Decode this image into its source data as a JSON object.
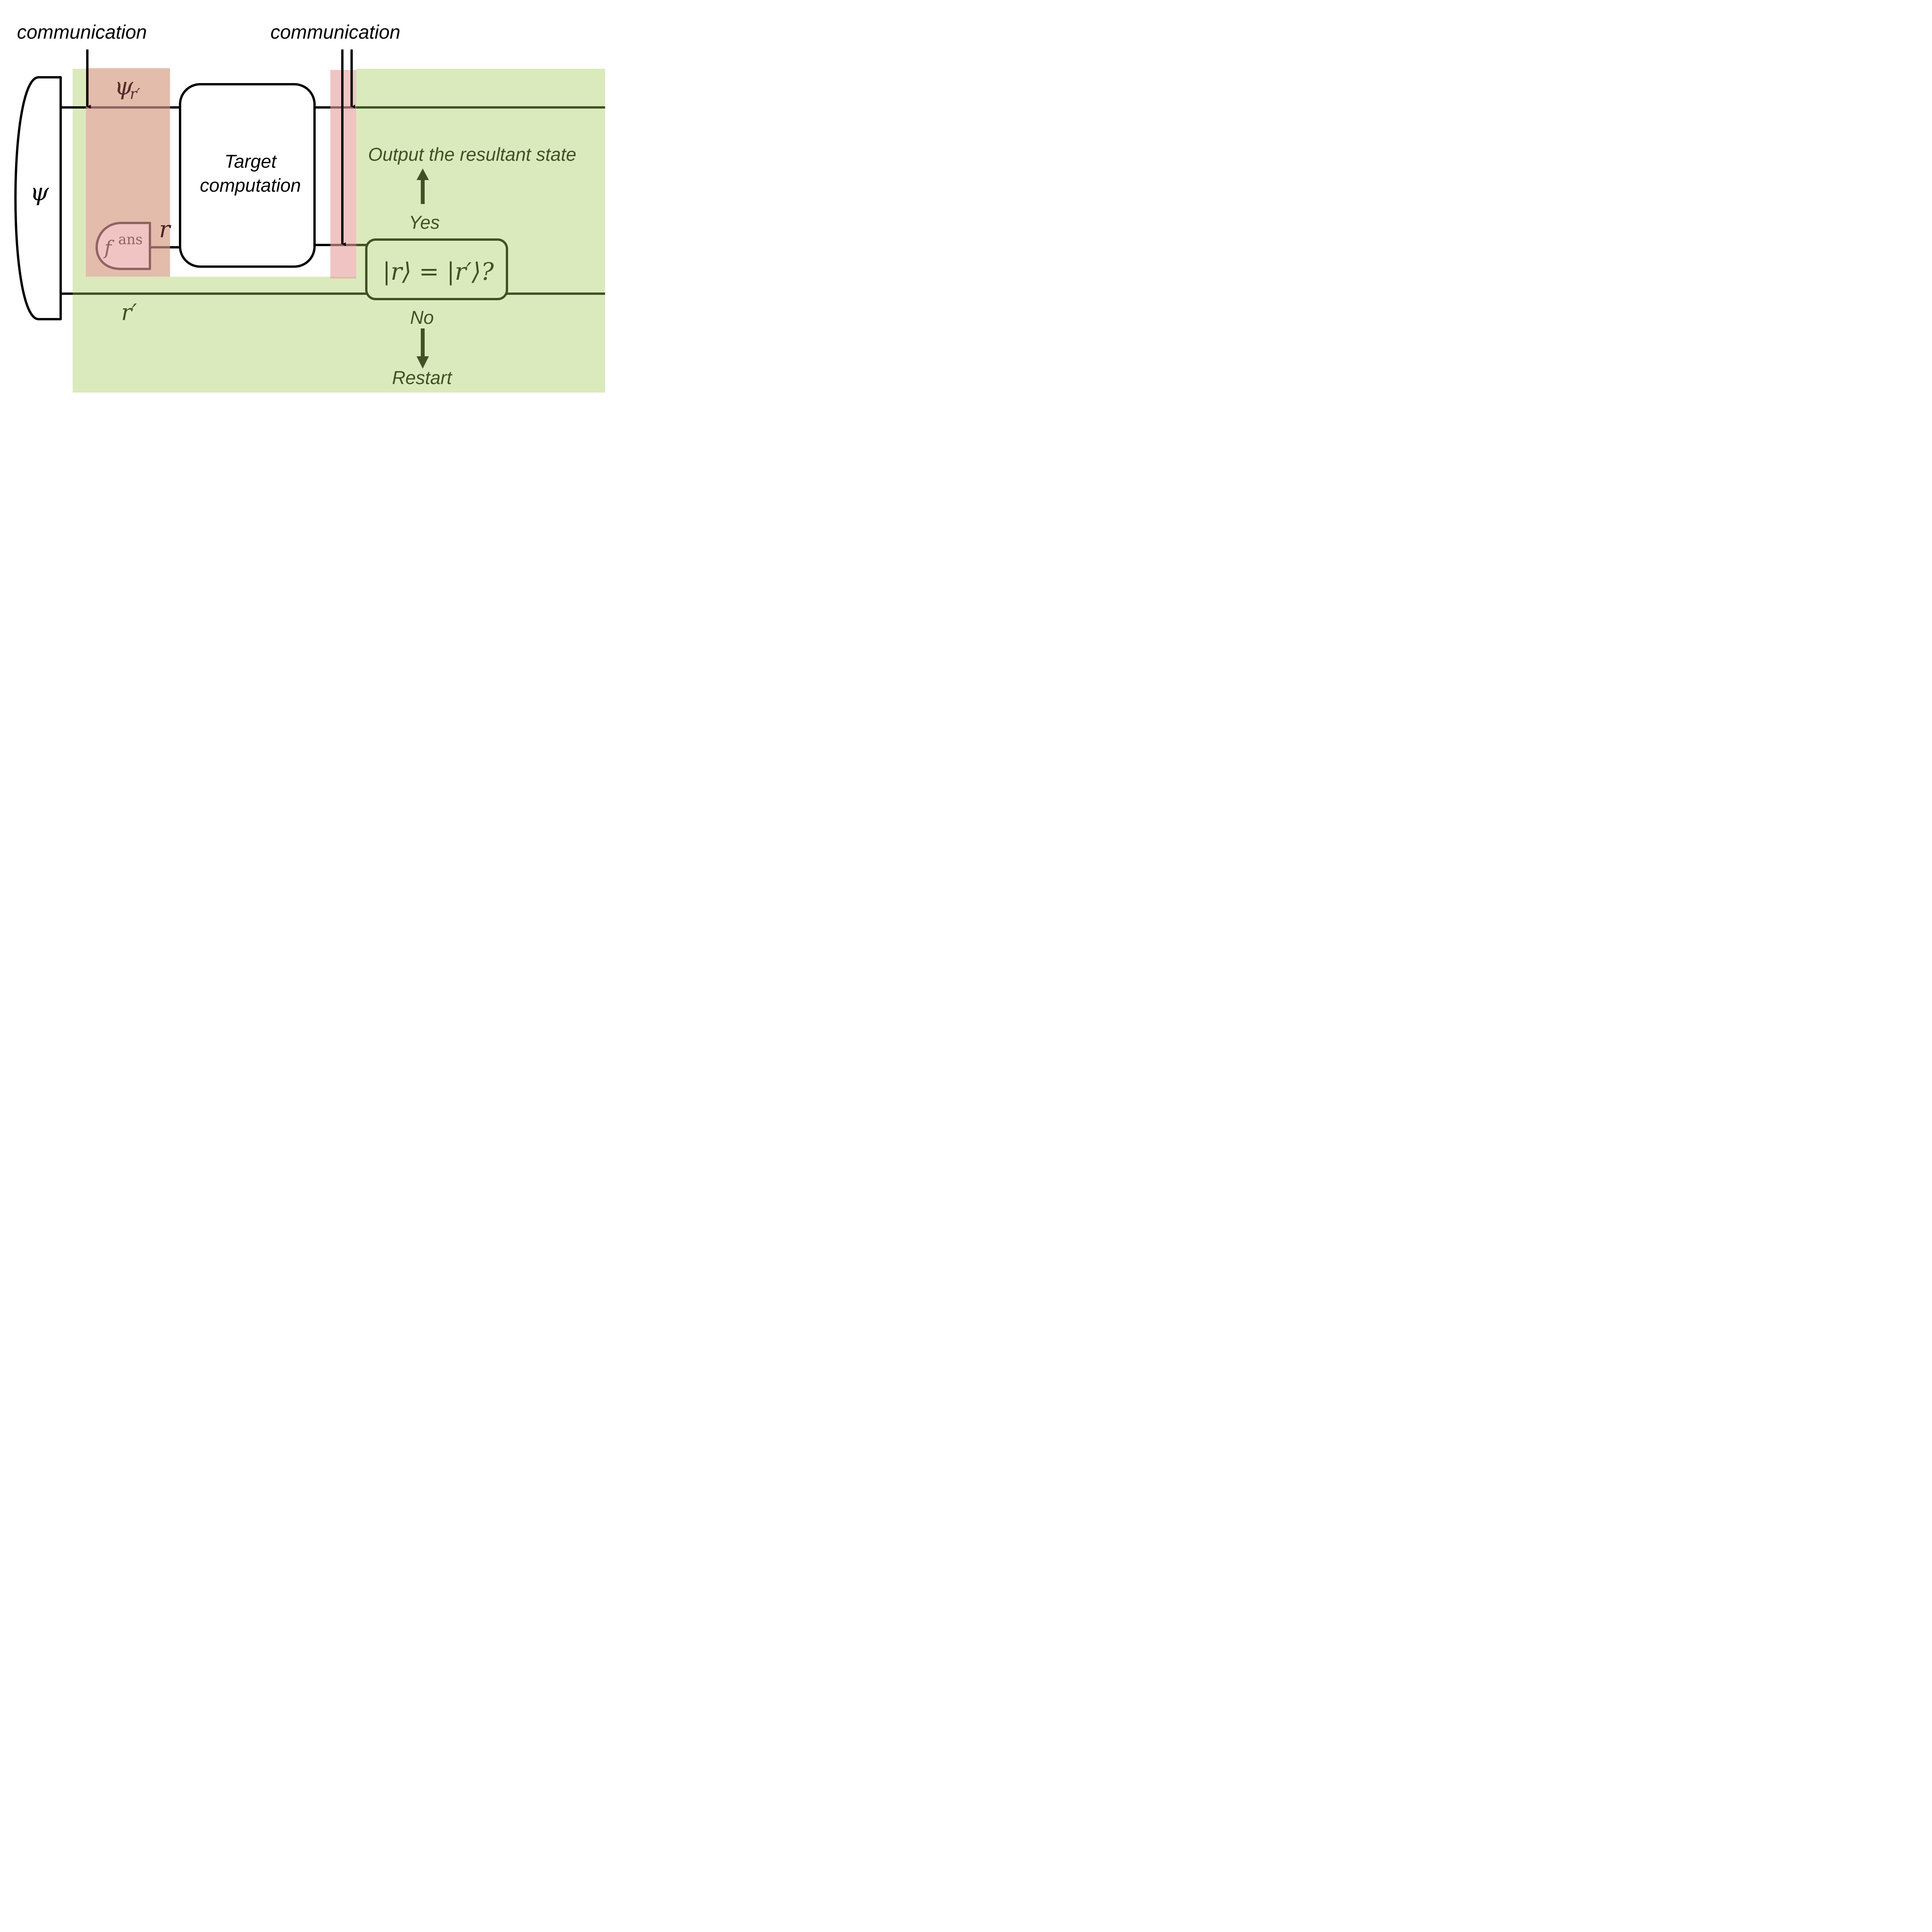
{
  "labels": {
    "comm_left": "communication",
    "comm_right": "communication",
    "psi_state": "ψ",
    "psi_rprime": "ψ",
    "psi_rprime_sub": "r′",
    "target_line1": "Target",
    "target_line2": "computation",
    "f_main": "f",
    "f_sup": "ans",
    "r_label": "r",
    "rprime_label": "r′",
    "check": "|r⟩ = |r′⟩?",
    "yes": "Yes",
    "no": "No",
    "output": "Output the resultant state",
    "restart": "Restart"
  },
  "colors": {
    "green_region": "#dbeabd",
    "red_region": "#e8a0a0",
    "dark_green": "#3f5226",
    "dark_red": "#4a2226",
    "black": "#000000"
  }
}
